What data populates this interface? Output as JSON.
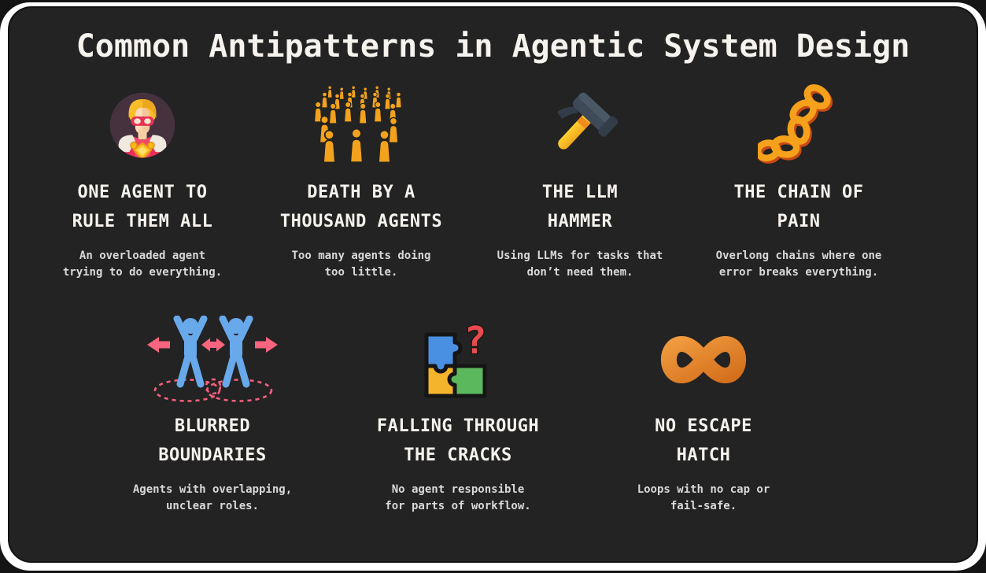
{
  "page": {
    "title": "Common Antipatterns in Agentic System Design"
  },
  "colors": {
    "canvas_bg": "#232323",
    "frame": "#ffffff",
    "heading_text": "#f6f3ee",
    "description_text": "#d9d9d9",
    "crowd_orange": "#f2a21c",
    "chain_orange": "#f5a11c",
    "chain_shadow": "#c84a15",
    "hammer_head": "#3e4a57",
    "hammer_handle": "#fdc32e",
    "figure_blue": "#68a9ec",
    "arrow_pink": "#f9647e",
    "puzzle_blue": "#4a90e2",
    "puzzle_yellow": "#f4b42c",
    "puzzle_green": "#5cb85c",
    "question_red": "#e64b4e",
    "infinity_orange": "#e8832c",
    "hero_suit_red": "#e62e56",
    "hero_hair_gold": "#f9bd2b"
  },
  "icons": {
    "puzzle_question_mark": "?"
  },
  "items": [
    {
      "icon": "superhero-icon",
      "title_lines": [
        "ONE AGENT TO",
        "RULE THEM ALL"
      ],
      "desc_lines": [
        "An overloaded agent",
        "trying to do everything."
      ]
    },
    {
      "icon": "crowd-icon",
      "title_lines": [
        "DEATH BY A",
        "THOUSAND AGENTS"
      ],
      "desc_lines": [
        "Too many agents doing",
        "too little."
      ]
    },
    {
      "icon": "hammer-icon",
      "title_lines": [
        "THE LLM",
        "HAMMER"
      ],
      "desc_lines": [
        "Using LLMs for tasks that",
        "don’t need them."
      ]
    },
    {
      "icon": "chain-icon",
      "title_lines": [
        "THE CHAIN OF",
        "PAIN"
      ],
      "desc_lines": [
        "Overlong chains where one",
        "error breaks everything."
      ]
    },
    {
      "icon": "blurred-boundaries-icon",
      "title_lines": [
        "BLURRED",
        "BOUNDARIES"
      ],
      "desc_lines": [
        "Agents with overlapping,",
        "unclear roles."
      ]
    },
    {
      "icon": "puzzle-missing-piece-icon",
      "title_lines": [
        "FALLING THROUGH",
        "THE CRACKS"
      ],
      "desc_lines": [
        "No agent responsible",
        "for parts of workflow."
      ]
    },
    {
      "icon": "infinity-loop-icon",
      "title_lines": [
        "NO ESCAPE",
        "HATCH"
      ],
      "desc_lines": [
        "Loops with no cap or",
        "fail-safe."
      ]
    }
  ]
}
